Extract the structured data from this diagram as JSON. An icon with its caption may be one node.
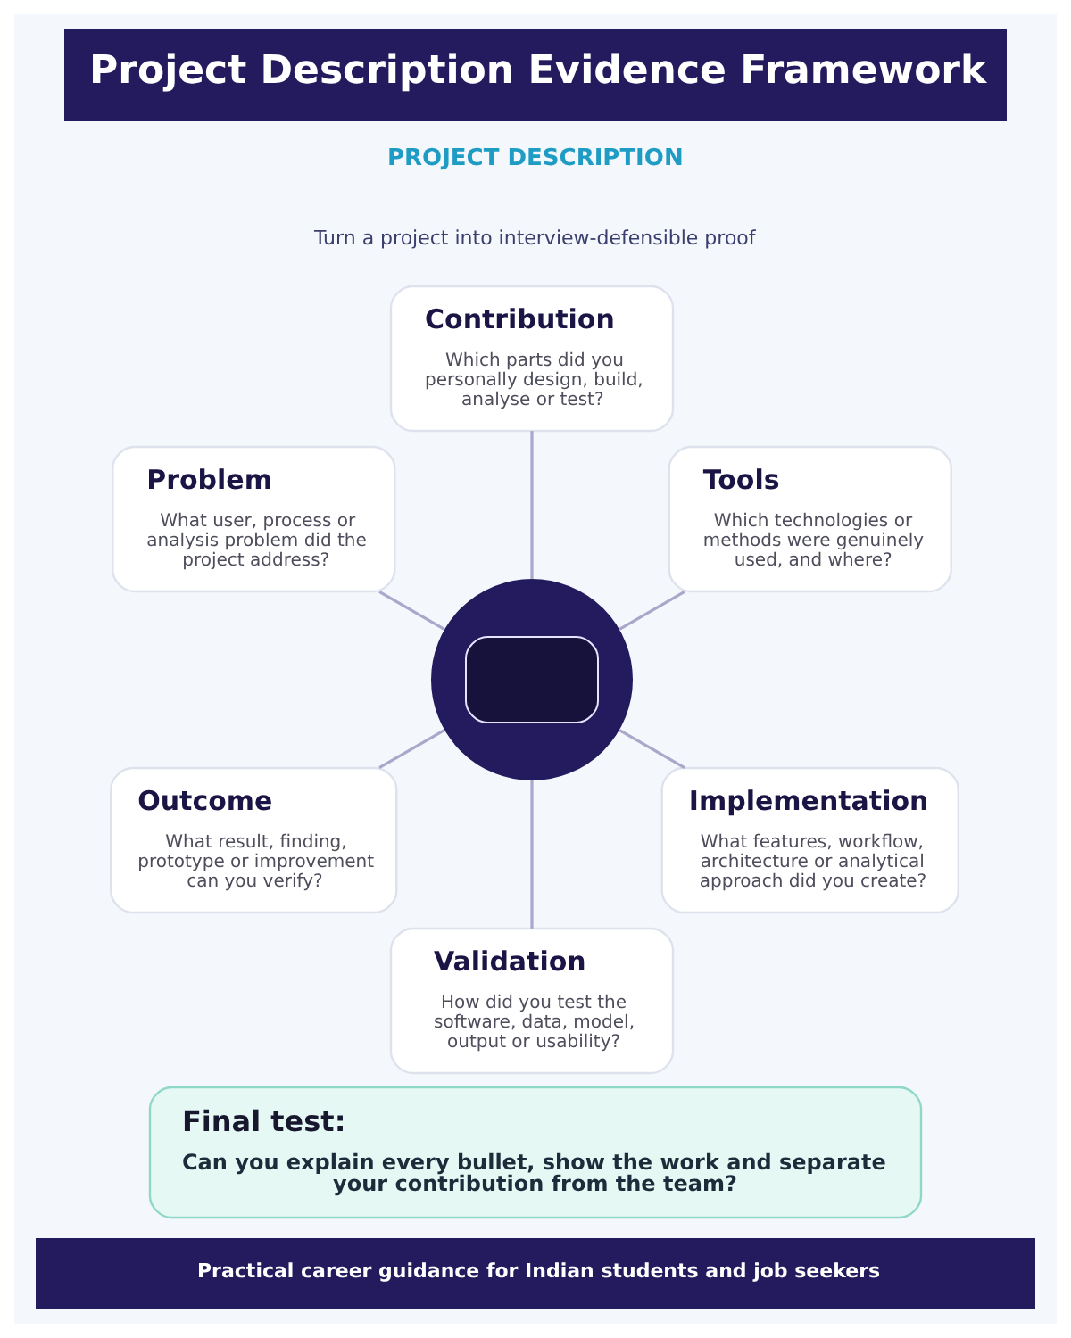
{
  "diagram": {
    "title": "Project Description Evidence Framework",
    "nodes": [
      {
        "text": [
          "Contribution",
          "Which parts did you personally design, build, analyse or test?"
        ]
      },
      {
        "text": [
          "Problem",
          "What user, process or analysis problem did the project address?"
        ]
      },
      {
        "text": [
          "Tools",
          "Which technologies or methods were genuinely used, and where?"
        ]
      },
      {
        "text": [],
        "shape": "circle"
      },
      {
        "text": [
          "Outcome",
          "What result, finding, prototype or improvement can you verify?"
        ]
      },
      {
        "text": [
          "Implementation",
          "What features, workflow, architecture or analytical approach did you create?"
        ]
      },
      {
        "text": [
          "Validation",
          "How did you test the software, data, model, output or usability?"
        ]
      },
      {
        "text": [
          "Final test:",
          "Can you explain every bullet, show the work and separate your contribution from the team?"
        ]
      }
    ],
    "edges": [
      {
        "from": 3,
        "to": 0,
        "arrow": "none"
      },
      {
        "from": 3,
        "to": 2,
        "arrow": "none"
      },
      {
        "from": 3,
        "to": 5,
        "arrow": "none"
      },
      {
        "from": 3,
        "to": 6,
        "arrow": "none"
      },
      {
        "from": 3,
        "to": 4,
        "arrow": "none"
      },
      {
        "from": 3,
        "to": 1,
        "arrow": "none"
      }
    ],
    "labels": [
      "PROJECT DESCRIPTION",
      "Turn a project into interview-defensible proof",
      "Practical career guidance for Indian students and job seekers"
    ]
  }
}
